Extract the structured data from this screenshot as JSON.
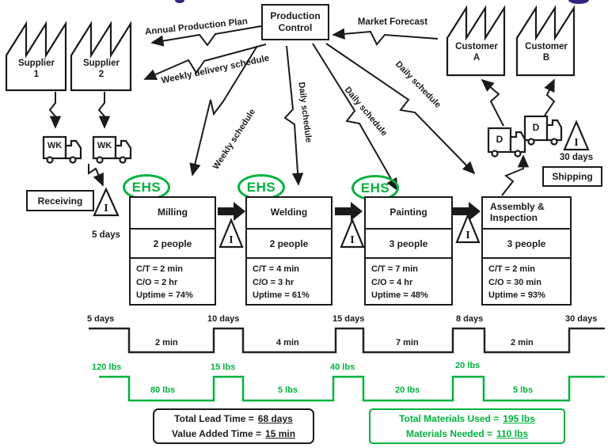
{
  "colors": {
    "green": "#00b33c",
    "ink": "#1b1b1b",
    "purple": "#312583"
  },
  "control": {
    "line1": "Production",
    "line2": "Control"
  },
  "info_flows": {
    "annual_production_plan": "Annual Production Plan",
    "market_forecast": "Market Forecast",
    "weekly_delivery_schedule": "Weekly delivery schedule",
    "weekly_schedule": "Weekly schedule",
    "daily_schedule_welding": "Daily schedule",
    "daily_schedule_painting": "Daily schedule",
    "daily_schedule_assembly": "Daily schedule"
  },
  "factories": {
    "supplier_1": {
      "line1": "Supplier",
      "line2": "1"
    },
    "supplier_2": {
      "line1": "Supplier",
      "line2": "2"
    },
    "customer_a": {
      "line1": "Customer",
      "line2": "A"
    },
    "customer_b": {
      "line1": "Customer",
      "line2": "B"
    }
  },
  "trucks": {
    "wk_1": "WK",
    "wk_2": "WK",
    "d_1": "D",
    "d_2": "D"
  },
  "stations": {
    "receiving": "Receiving",
    "shipping": "Shipping"
  },
  "inventory": {
    "symbol": "I",
    "receiving_days": "5 days",
    "shipping_days": "30 days"
  },
  "ehs_label": "EHS",
  "processes": [
    {
      "name_line1": "Milling",
      "name_line2": "",
      "people": "2 people",
      "ct": "C/T = 2 min",
      "co": "C/O = 2 hr",
      "uptime": "Uptime = 74%"
    },
    {
      "name_line1": "Welding",
      "name_line2": "",
      "people": "2 people",
      "ct": "C/T = 4 min",
      "co": "C/O = 3 hr",
      "uptime": "Uptime = 61%"
    },
    {
      "name_line1": "Painting",
      "name_line2": "",
      "people": "3 people",
      "ct": "C/T = 7 min",
      "co": "C/O = 4 hr",
      "uptime": "Uptime = 48%"
    },
    {
      "name_line1": "Assembly &",
      "name_line2": "Inspection",
      "people": "3 people",
      "ct": "C/T = 2 min",
      "co": "C/O = 30 min",
      "uptime": "Uptime = 93%"
    }
  ],
  "timeline": {
    "days": [
      "5 days",
      "10 days",
      "15 days",
      "8 days",
      "30 days"
    ],
    "mins": [
      "2 min",
      "4 min",
      "7 min",
      "2 min"
    ]
  },
  "materials": {
    "high": [
      "120 lbs",
      "15 lbs",
      "40 lbs",
      "20 lbs"
    ],
    "low": [
      "80 lbs",
      "5 lbs",
      "20 lbs",
      "5 lbs"
    ]
  },
  "summary": {
    "lead_time_label": "Total Lead Time =",
    "lead_time_value": "68 days",
    "value_added_label": "Value Added Time =",
    "value_added_value": "15 min",
    "materials_used_label": "Total Materials Used =",
    "materials_used_value": "195 lbs",
    "materials_needed_label": "Materials Needed =",
    "materials_needed_value": "110 lbs"
  }
}
